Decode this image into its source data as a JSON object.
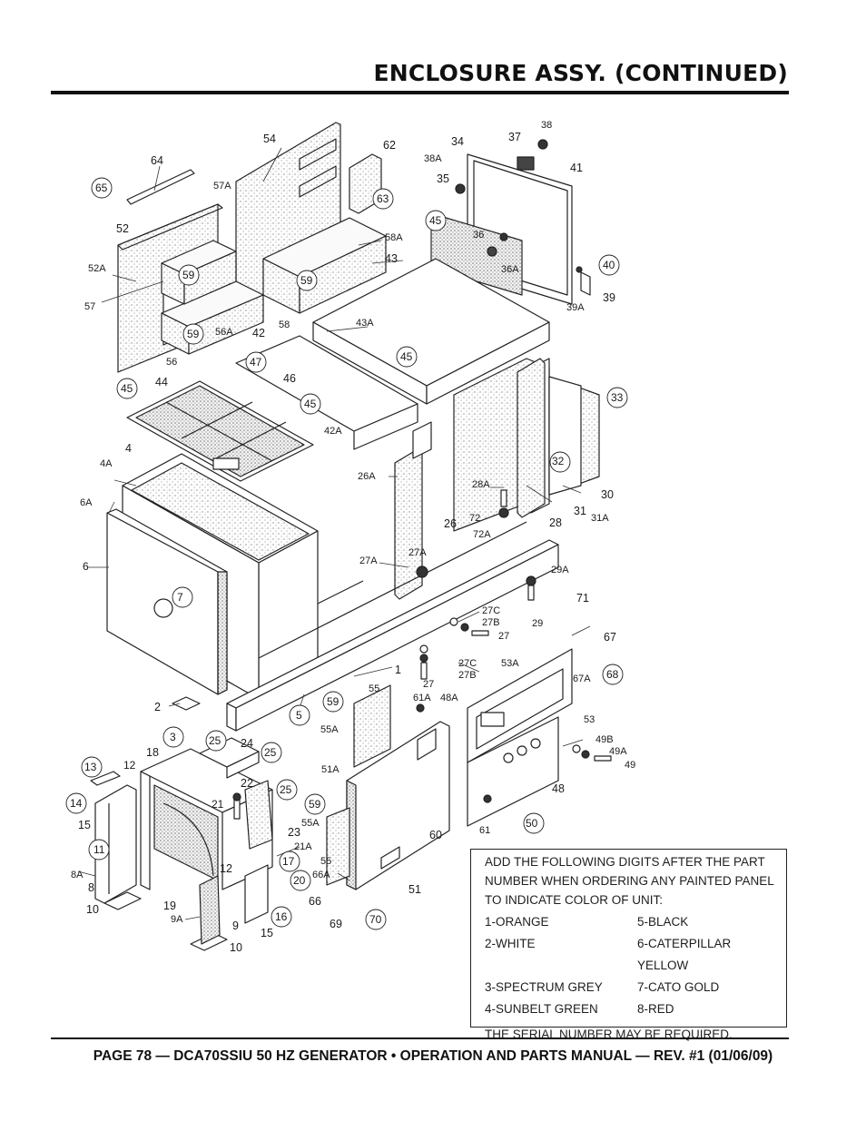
{
  "header": {
    "title": "ENCLOSURE ASSY. (CONTINUED)"
  },
  "footer": {
    "text": "PAGE 78 — DCA70SSIU 50 HZ GENERATOR • OPERATION AND PARTS MANUAL — REV. #1 (01/06/09)"
  },
  "note": {
    "intro": "ADD THE FOLLOWING DIGITS AFTER THE PART NUMBER WHEN ORDERING ANY PAINTED PANEL TO INDICATE COLOR OF UNIT:",
    "colors": [
      "1-ORANGE",
      "5-BLACK",
      "2-WHITE",
      "6-CATERPILLAR YELLOW",
      "3-SPECTRUM GREY",
      "7-CATO GOLD",
      "4-SUNBELT GREEN",
      "8-RED"
    ],
    "serial": "THE SERIAL NUMBER MAY BE REQUIRED."
  },
  "callouts": {
    "c1": "54",
    "c2": "64",
    "c3": "65",
    "c4": "57A",
    "c5": "62",
    "c6": "63",
    "c7": "52",
    "c8": "52A",
    "c9": "59",
    "c10": "57",
    "c11": "58A",
    "c12": "59",
    "c13": "58",
    "c14": "59",
    "c15": "56A",
    "c16": "56",
    "c17": "38",
    "c18": "37",
    "c19": "34",
    "c20": "38A",
    "c21": "35",
    "c22": "41",
    "c23": "45",
    "c24": "36",
    "c25": "36A",
    "c26": "43",
    "c27": "40",
    "c28": "39",
    "c29": "39A",
    "c30": "43A",
    "c31": "42",
    "c32": "47",
    "c33": "46",
    "c34": "45",
    "c35": "44",
    "c36": "45",
    "c37": "45",
    "c38": "42A",
    "c39": "33",
    "c40": "4",
    "c41": "4A",
    "c42": "6A",
    "c43": "26A",
    "c44": "32",
    "c45": "28A",
    "c46": "30",
    "c47": "72",
    "c48": "72A",
    "c49": "31",
    "c50": "31A",
    "c51": "26",
    "c52": "28",
    "c53": "6",
    "c54": "7",
    "c55": "27A",
    "c56": "27A",
    "c57": "29A",
    "c58": "29",
    "c59": "71",
    "c60": "27C",
    "c61": "27B",
    "c62": "27",
    "c63": "67",
    "c64": "68",
    "c65": "67A",
    "c66": "27C",
    "c67": "27B",
    "c68": "27",
    "c69": "53A",
    "c70": "1",
    "c71": "2",
    "c72": "3",
    "c73": "5",
    "c74": "59",
    "c75": "55",
    "c76": "61A",
    "c77": "48A",
    "c78": "55A",
    "c79": "53",
    "c80": "49B",
    "c81": "49A",
    "c82": "49",
    "c83": "51A",
    "c84": "13",
    "c85": "12",
    "c86": "18",
    "c87": "25",
    "c88": "24",
    "c89": "25",
    "c90": "14",
    "c91": "22",
    "c92": "25",
    "c93": "15",
    "c94": "21",
    "c95": "48",
    "c96": "59",
    "c97": "11",
    "c98": "55A",
    "c99": "60",
    "c100": "61",
    "c101": "50",
    "c102": "23",
    "c103": "21A",
    "c104": "17",
    "c105": "8A",
    "c106": "55",
    "c107": "8",
    "c108": "66A",
    "c109": "12",
    "c110": "20",
    "c111": "51",
    "c112": "10",
    "c113": "19",
    "c114": "66",
    "c115": "16",
    "c116": "9A",
    "c117": "9",
    "c118": "15",
    "c119": "69",
    "c120": "70",
    "c121": "10"
  }
}
